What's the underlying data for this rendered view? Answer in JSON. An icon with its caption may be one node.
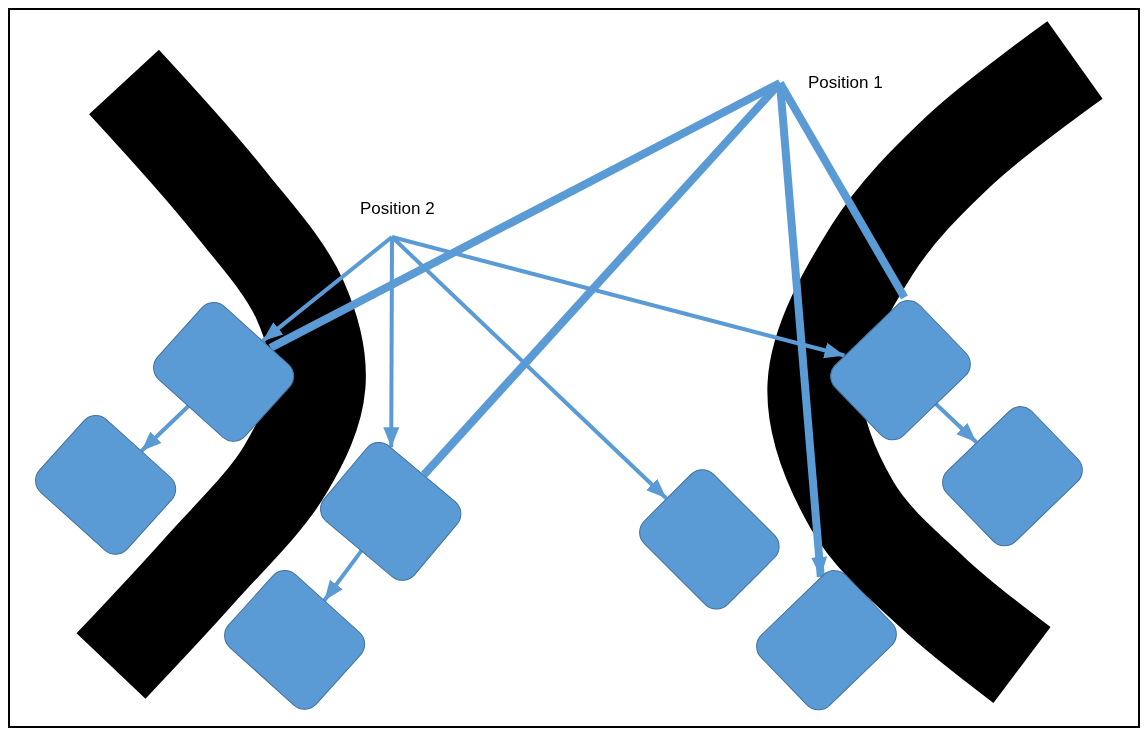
{
  "diagram": {
    "nodes": [
      {
        "text": [
          "Position 1"
        ]
      },
      {
        "text": [
          "Position 2"
        ]
      },
      {
        "text": [],
        "shape": "box"
      },
      {
        "text": [],
        "shape": "box"
      },
      {
        "text": [],
        "shape": "box"
      },
      {
        "text": [],
        "shape": "box"
      },
      {
        "text": [],
        "shape": "box"
      },
      {
        "text": [],
        "shape": "box"
      },
      {
        "text": [],
        "shape": "box"
      },
      {
        "text": [],
        "shape": "box"
      }
    ],
    "edges": [
      {
        "from": 1,
        "to": 2,
        "arrow": "to"
      },
      {
        "from": 1,
        "to": 4,
        "arrow": "to"
      },
      {
        "from": 1,
        "to": 6,
        "arrow": "to"
      },
      {
        "from": 1,
        "to": 7,
        "arrow": "to"
      },
      {
        "from": 0,
        "to": 2,
        "arrow": "none",
        "style": "thick"
      },
      {
        "from": 0,
        "to": 4,
        "arrow": "none",
        "style": "thick"
      },
      {
        "from": 0,
        "to": 7,
        "arrow": "none",
        "style": "thick"
      },
      {
        "from": 0,
        "to": 9,
        "arrow": "to",
        "style": "thick"
      },
      {
        "from": 2,
        "to": 3,
        "arrow": "to"
      },
      {
        "from": 4,
        "to": 5,
        "arrow": "to"
      },
      {
        "from": 7,
        "to": 8,
        "arrow": "to"
      }
    ]
  }
}
